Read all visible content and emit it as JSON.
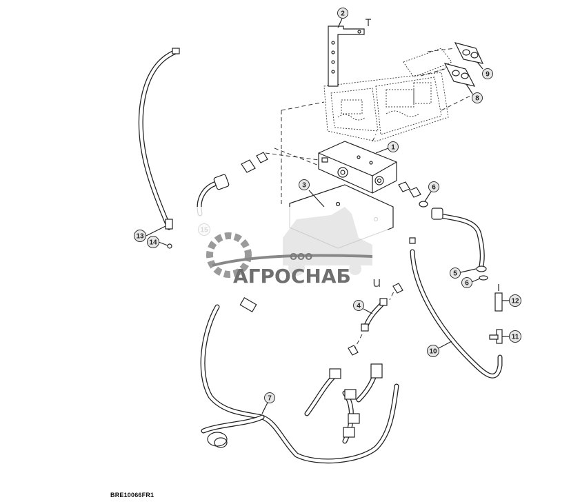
{
  "diagram": {
    "callouts": [
      "1",
      "2",
      "3",
      "4",
      "5",
      "6",
      "6",
      "7",
      "8",
      "9",
      "10",
      "11",
      "12",
      "13",
      "14",
      "15"
    ],
    "document_id": "BRE10066FR1"
  },
  "watermark": {
    "org": "ООО",
    "name": "АГРОСНАБ",
    "suffix": "u"
  },
  "colors": {
    "line": "#222222",
    "callout_fill": "#e6e6e6",
    "watermark": "#6f6f6f"
  }
}
